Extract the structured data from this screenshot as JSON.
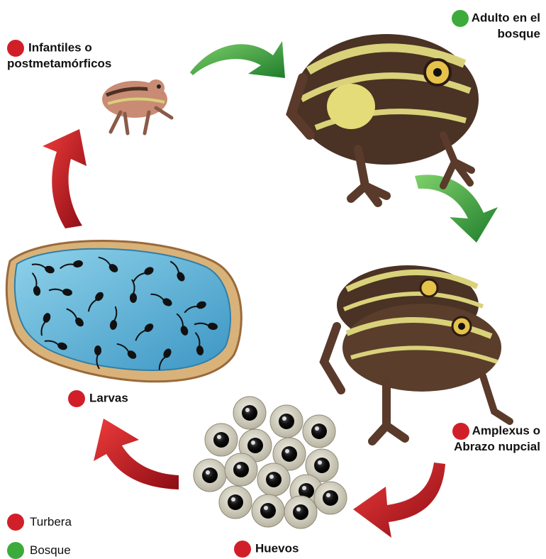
{
  "stages": {
    "infantiles": "Infantiles o postmetamórficos",
    "adulto": "Adulto en el bosque",
    "amplexus": "Amplexus o Abrazo nupcial",
    "huevos": "Huevos",
    "larvas": "Larvas"
  },
  "legend": {
    "turbera": "Turbera",
    "bosque": "Bosque"
  },
  "colors": {
    "turbera": "#d11f2a",
    "bosque": "#3cab3c",
    "arrow_red": "#c8161e",
    "arrow_green": "#2f9a36",
    "water": "#5fb3d6",
    "frog_dark": "#4a3224",
    "frog_light": "#d9d27a"
  }
}
